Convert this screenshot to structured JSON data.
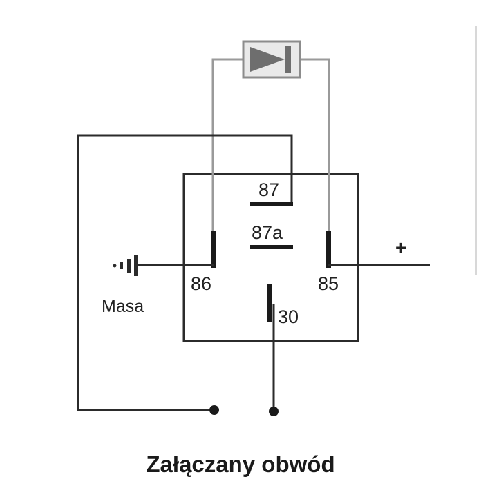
{
  "diagram": {
    "pins": {
      "p87": "87",
      "p87a": "87a",
      "p86": "86",
      "p85": "85",
      "p30": "30"
    },
    "ground_label": "Masa",
    "plus_label": "+",
    "caption": "Załączany obwód"
  },
  "colors": {
    "wire": "#2b2b2b",
    "coil_wire": "#9a9a9a",
    "diode_fill": "#6e6e6e",
    "diode_box": "#e9e9e9",
    "text": "#222222",
    "background": "#ffffff"
  }
}
